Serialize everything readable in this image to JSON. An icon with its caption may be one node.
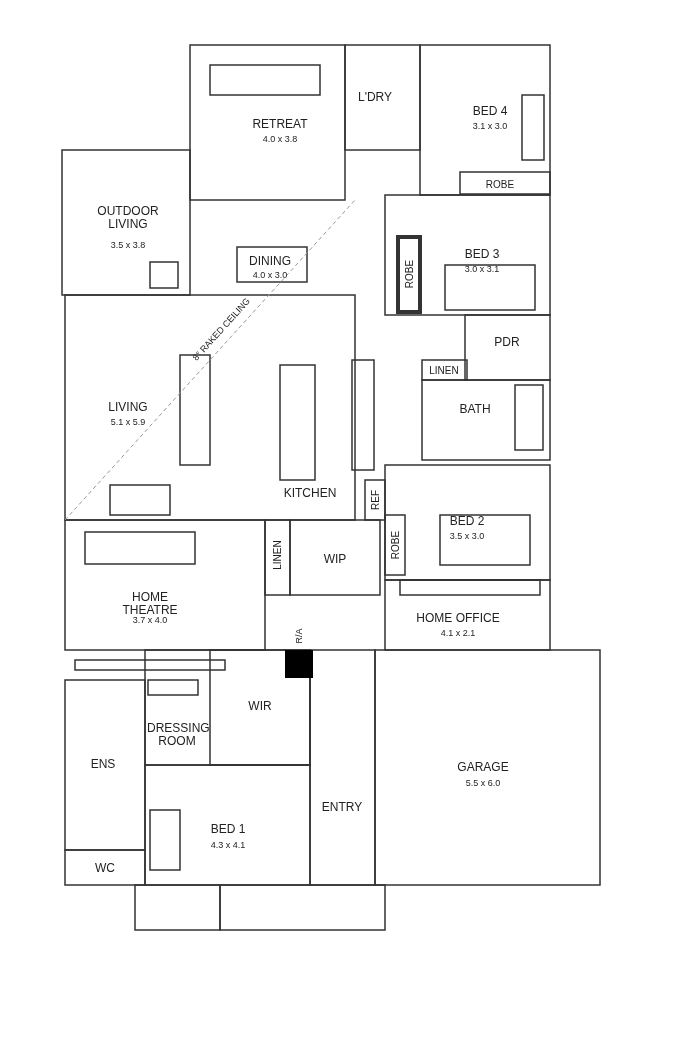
{
  "diagram": {
    "labels": [
      "L'DRY",
      "BED 4",
      "3.1 x 3.0",
      "RETREAT",
      "4.0 x 3.8",
      "ROBE",
      "OUTDOOR LIVING",
      "3.5 x 3.8",
      "BED 3",
      "3.0 x 3.1",
      "DINING",
      "4.0 x 3.0",
      "ROBE",
      "PDR",
      "8° RAKED CEILING",
      "LINEN",
      "BATH",
      "LIVING",
      "5.1 x 5.9",
      "KITCHEN",
      "REF",
      "BED 2",
      "3.5 x 3.0",
      "ROBE",
      "LINEN",
      "WIP",
      "HOME THEATRE",
      "3.7 x 4.0",
      "HOME OFFICE",
      "4.1 x 2.1",
      "R/A",
      "WIR",
      "DRESSING ROOM",
      "ENS",
      "GARAGE",
      "5.5 x 6.0",
      "ENTRY",
      "BED 1",
      "4.3 x 4.1",
      "WC"
    ]
  }
}
